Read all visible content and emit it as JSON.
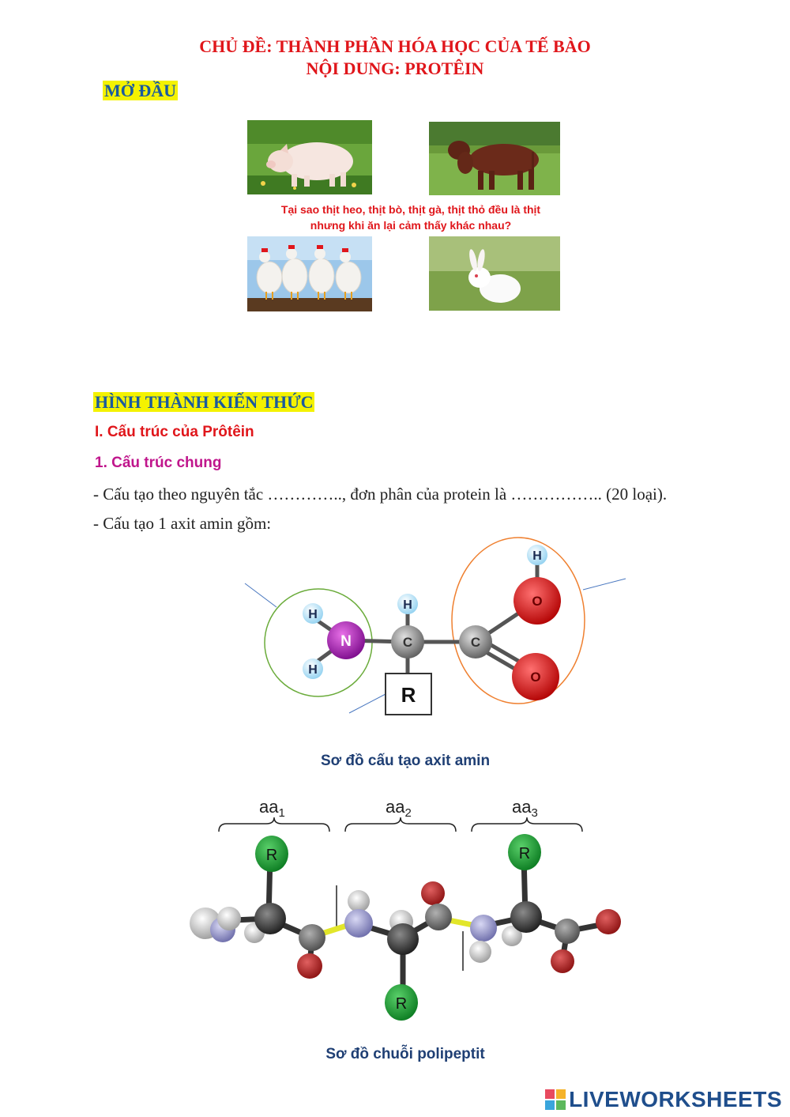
{
  "header": {
    "title_line1": "CHỦ ĐỀ: THÀNH PHẦN HÓA HỌC CỦA TẾ BÀO",
    "title_line2": "NỘI DUNG: PROTÊIN"
  },
  "intro": {
    "heading": "MỞ ĐẦU",
    "question_line1": "Tại sao thịt heo, thịt bò, thịt gà, thịt thỏ đều là thịt",
    "question_line2": "nhưng khi ăn lại cảm thấy khác nhau?"
  },
  "knowledge": {
    "heading": "HÌNH THÀNH KIẾN THỨC",
    "section1": "I. Cấu trúc của Prôtêin",
    "subsection1": "1. Cấu trúc chung",
    "line1": "- Cấu tạo theo nguyên tắc ………….., đơn phân của protein là …………….. (20 loại).",
    "line2": "- Cấu tạo 1 axit amin gồm:"
  },
  "amino_diagram": {
    "atoms": {
      "H": "H",
      "N": "N",
      "C": "C",
      "O": "O",
      "R": "R"
    },
    "caption": "Sơ đồ cấu tạo axit amin"
  },
  "peptide_diagram": {
    "aa_base": "aa",
    "aa_subs": [
      "1",
      "2",
      "3"
    ],
    "r_label": "R",
    "caption": "Sơ đồ chuỗi polipeptit"
  },
  "footer": {
    "logo_text": "LIVEWORKSHEETS"
  },
  "colors": {
    "title_red": "#e0161b",
    "highlight_yellow": "#f4f200",
    "heading_blue": "#1a5a9e",
    "subsection_magenta": "#c0168c",
    "caption_navy": "#1f3f74"
  }
}
